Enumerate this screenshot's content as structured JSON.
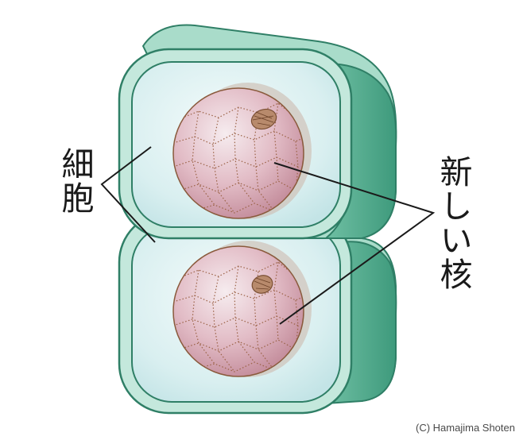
{
  "labels": {
    "cell": "細胞",
    "new_nucleus": "新しい核"
  },
  "credit": "(C) Hamajima Shoten",
  "colors": {
    "cell_wall_top": "#a9dcca",
    "cell_wall_side": "#4fa98b",
    "cell_outline": "#2f7f66",
    "cytoplasm": "#d6eef0",
    "nucleus_fill": "#d8a9b4",
    "nucleus_highlight": "#f1e2e7",
    "nucleus_outline": "#8a5a3c",
    "leader_line": "#1a1a1a"
  }
}
